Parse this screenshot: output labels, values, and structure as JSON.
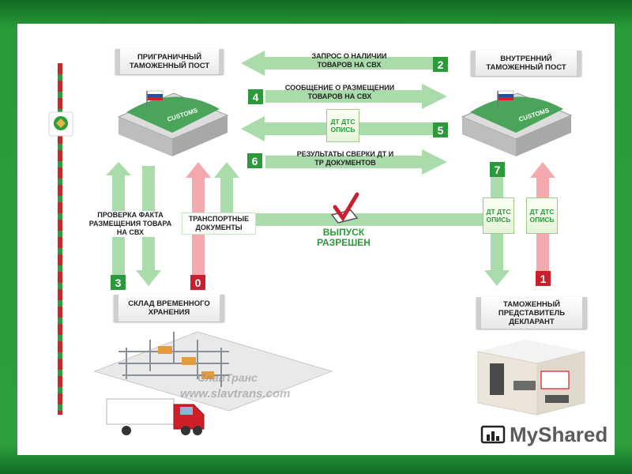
{
  "nodes": {
    "border_post": "ПРИГРАНИЧНЫЙ ТАМОЖЕННЫЙ ПОСТ",
    "inland_post": "ВНУТРЕННИЙ ТАМОЖЕННЫЙ ПОСТ",
    "warehouse": "СКЛАД ВРЕМЕННОГО ХРАНЕНИЯ",
    "declarant": "ТАМОЖЕННЫЙ ПРЕДСТАВИТЕЛЬ ДЕКЛАРАНТ"
  },
  "steps": {
    "s0": "0",
    "s1": "1",
    "s2": "2",
    "s3": "3",
    "s4": "4",
    "s5": "5",
    "s6": "6",
    "s7": "7"
  },
  "messages": {
    "m2": "ЗАПРОС О НАЛИЧИИ ТОВАРОВ НА СВХ",
    "m4": "СООБЩЕНИЕ О РАЗМЕЩЕНИИ ТОВАРОВ НА СВХ",
    "m6": "РЕЗУЛЬТАТЫ СВЕРКИ ДТ И ТР ДОКУМЕНТОВ",
    "m3": "ПРОВЕРКА ФАКТА РАЗМЕЩЕНИЯ ТОВАРА НА СВХ",
    "transport_docs": "ТРАНСПОРТНЫЕ ДОКУМЕНТЫ",
    "release": "ВЫПУСК РАЗРЕШЕН"
  },
  "docs": {
    "center": "ДТ ДТС ОПИСЬ",
    "right_green": "ДТ ДТС ОПИСЬ",
    "right_red": "ДТ ДТС ОПИСЬ"
  },
  "buildings": {
    "customs_sign": "CUSTOMS",
    "customs_sign_2": "CUSTOMS"
  },
  "watermarks": {
    "company": "СлавТранс",
    "site": "www.slavtrans.com",
    "myshared": "MyShared"
  },
  "colors": {
    "frame": "#2f9e3e",
    "arrow_green": "#a9dcaa",
    "arrow_red": "#f3a9ad",
    "step_green": "#2c9a3b",
    "step_red": "#c8202c",
    "text_release": "#2c9a3b"
  }
}
